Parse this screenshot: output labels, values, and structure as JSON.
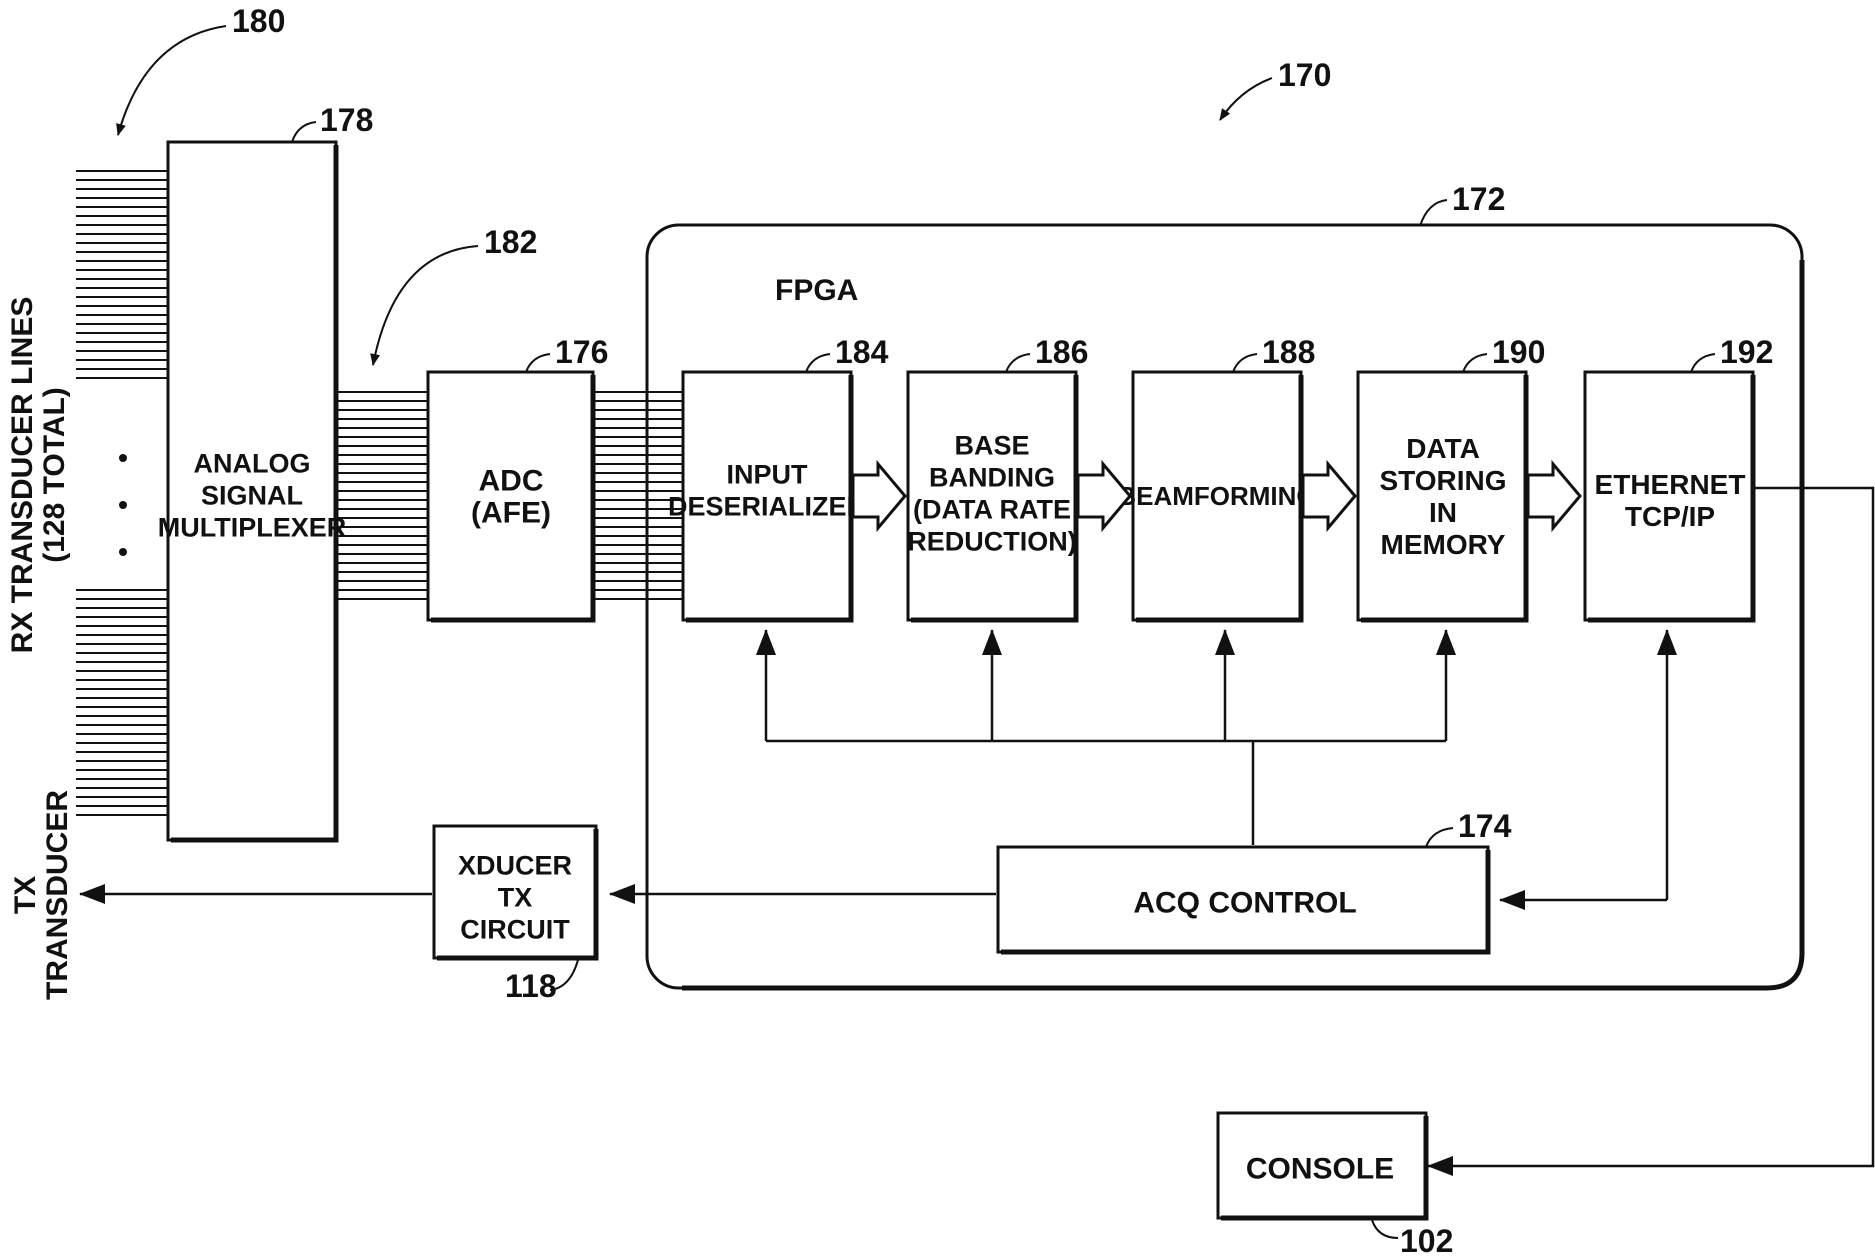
{
  "references": {
    "ref_180": "180",
    "ref_170": "170",
    "ref_178": "178",
    "ref_172": "172",
    "ref_182": "182",
    "ref_176": "176",
    "ref_184": "184",
    "ref_186": "186",
    "ref_188": "188",
    "ref_190": "190",
    "ref_192": "192",
    "ref_174": "174",
    "ref_118": "118",
    "ref_102": "102"
  },
  "fpga": {
    "label": "FPGA"
  },
  "side_labels": {
    "rx_line1": "RX TRANSDUCER LINES",
    "rx_line2": "(128 TOTAL)",
    "tx_line1": "TX",
    "tx_line2": "TRANSDUCER"
  },
  "blocks": {
    "mux": [
      "ANALOG",
      "SIGNAL",
      "MULTIPLEXER"
    ],
    "adc": [
      "ADC",
      "(AFE)"
    ],
    "deserializer": [
      "INPUT",
      "DESERIALIZER"
    ],
    "basebanding": [
      "BASE",
      "BANDING",
      "(DATA RATE",
      "REDUCTION)"
    ],
    "beamforming": [
      "BEAMFORMING"
    ],
    "storing": [
      "DATA",
      "STORING",
      "IN",
      "MEMORY"
    ],
    "ethernet": [
      "ETHERNET",
      "TCP/IP"
    ],
    "acq": [
      "ACQ CONTROL"
    ],
    "xducer": [
      "XDUCER",
      "TX",
      "CIRCUIT"
    ],
    "console": [
      "CONSOLE"
    ]
  }
}
